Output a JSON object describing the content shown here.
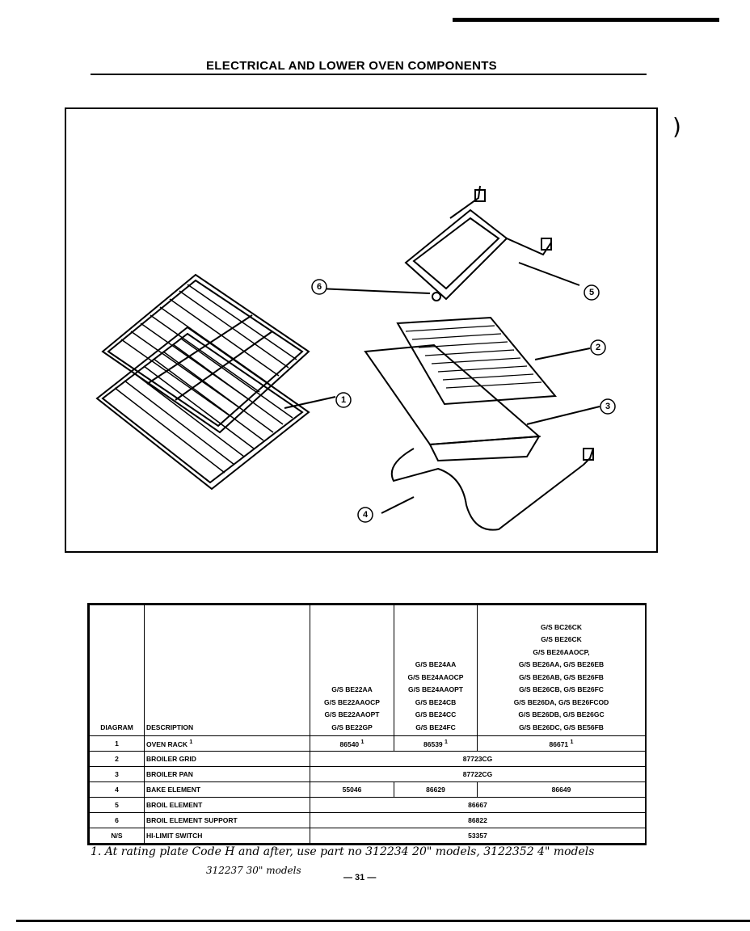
{
  "title": "ELECTRICAL AND LOWER OVEN COMPONENTS",
  "callouts": [
    "1",
    "2",
    "3",
    "4",
    "5",
    "6"
  ],
  "table": {
    "headers": {
      "diagram": "DIAGRAM",
      "description": "DESCRIPTION",
      "col1_models": [
        "G/S BE22AA",
        "G/S BE22AAOCP",
        "G/S BE22AAOPT",
        "G/S BE22GP"
      ],
      "col2_models": [
        "G/S BE24AA",
        "G/S BE24AAOCP",
        "G/S BE24AAOPT",
        "G/S BE24CB",
        "G/S BE24CC",
        "G/S BE24FC"
      ],
      "col3_models": [
        "G/S BC26CK",
        "G/S BE26CK",
        "G/S BE26AAOCP,",
        "G/S BE26AA, G/S BE26EB",
        "G/S BE26AB, G/S BE26FB",
        "G/S BE26CB, G/S BE26FC",
        "G/S BE26DA, G/S BE26FCOD",
        "G/S BE26DB, G/S BE26GC",
        "G/S BE26DC, G/S BE56FB"
      ]
    },
    "rows": [
      {
        "diagram": "1",
        "description": "OVEN RACK",
        "mark": "1",
        "c1": "86540",
        "c1_mark": "1",
        "c2": "86539",
        "c2_mark": "1",
        "c3": "86671",
        "c3_mark": "1"
      },
      {
        "diagram": "2",
        "description": "BROILER GRID",
        "all": "87723CG"
      },
      {
        "diagram": "3",
        "description": "BROILER PAN",
        "all": "87722CG"
      },
      {
        "diagram": "4",
        "description": "BAKE ELEMENT",
        "c1": "55046",
        "c2": "86629",
        "c3": "86649"
      },
      {
        "diagram": "5",
        "description": "BROIL ELEMENT",
        "all": "86667"
      },
      {
        "diagram": "6",
        "description": "BROIL ELEMENT SUPPORT",
        "all": "86822"
      },
      {
        "diagram": "N/S",
        "description": "HI-LIMIT SWITCH",
        "all": "53357"
      }
    ]
  },
  "footnote": {
    "line1": "1. At rating plate Code H and after, use part no 312234 20\" models, 3122352 4\" models",
    "line2": "312237 30\" models"
  },
  "page_number": "— 31 —"
}
